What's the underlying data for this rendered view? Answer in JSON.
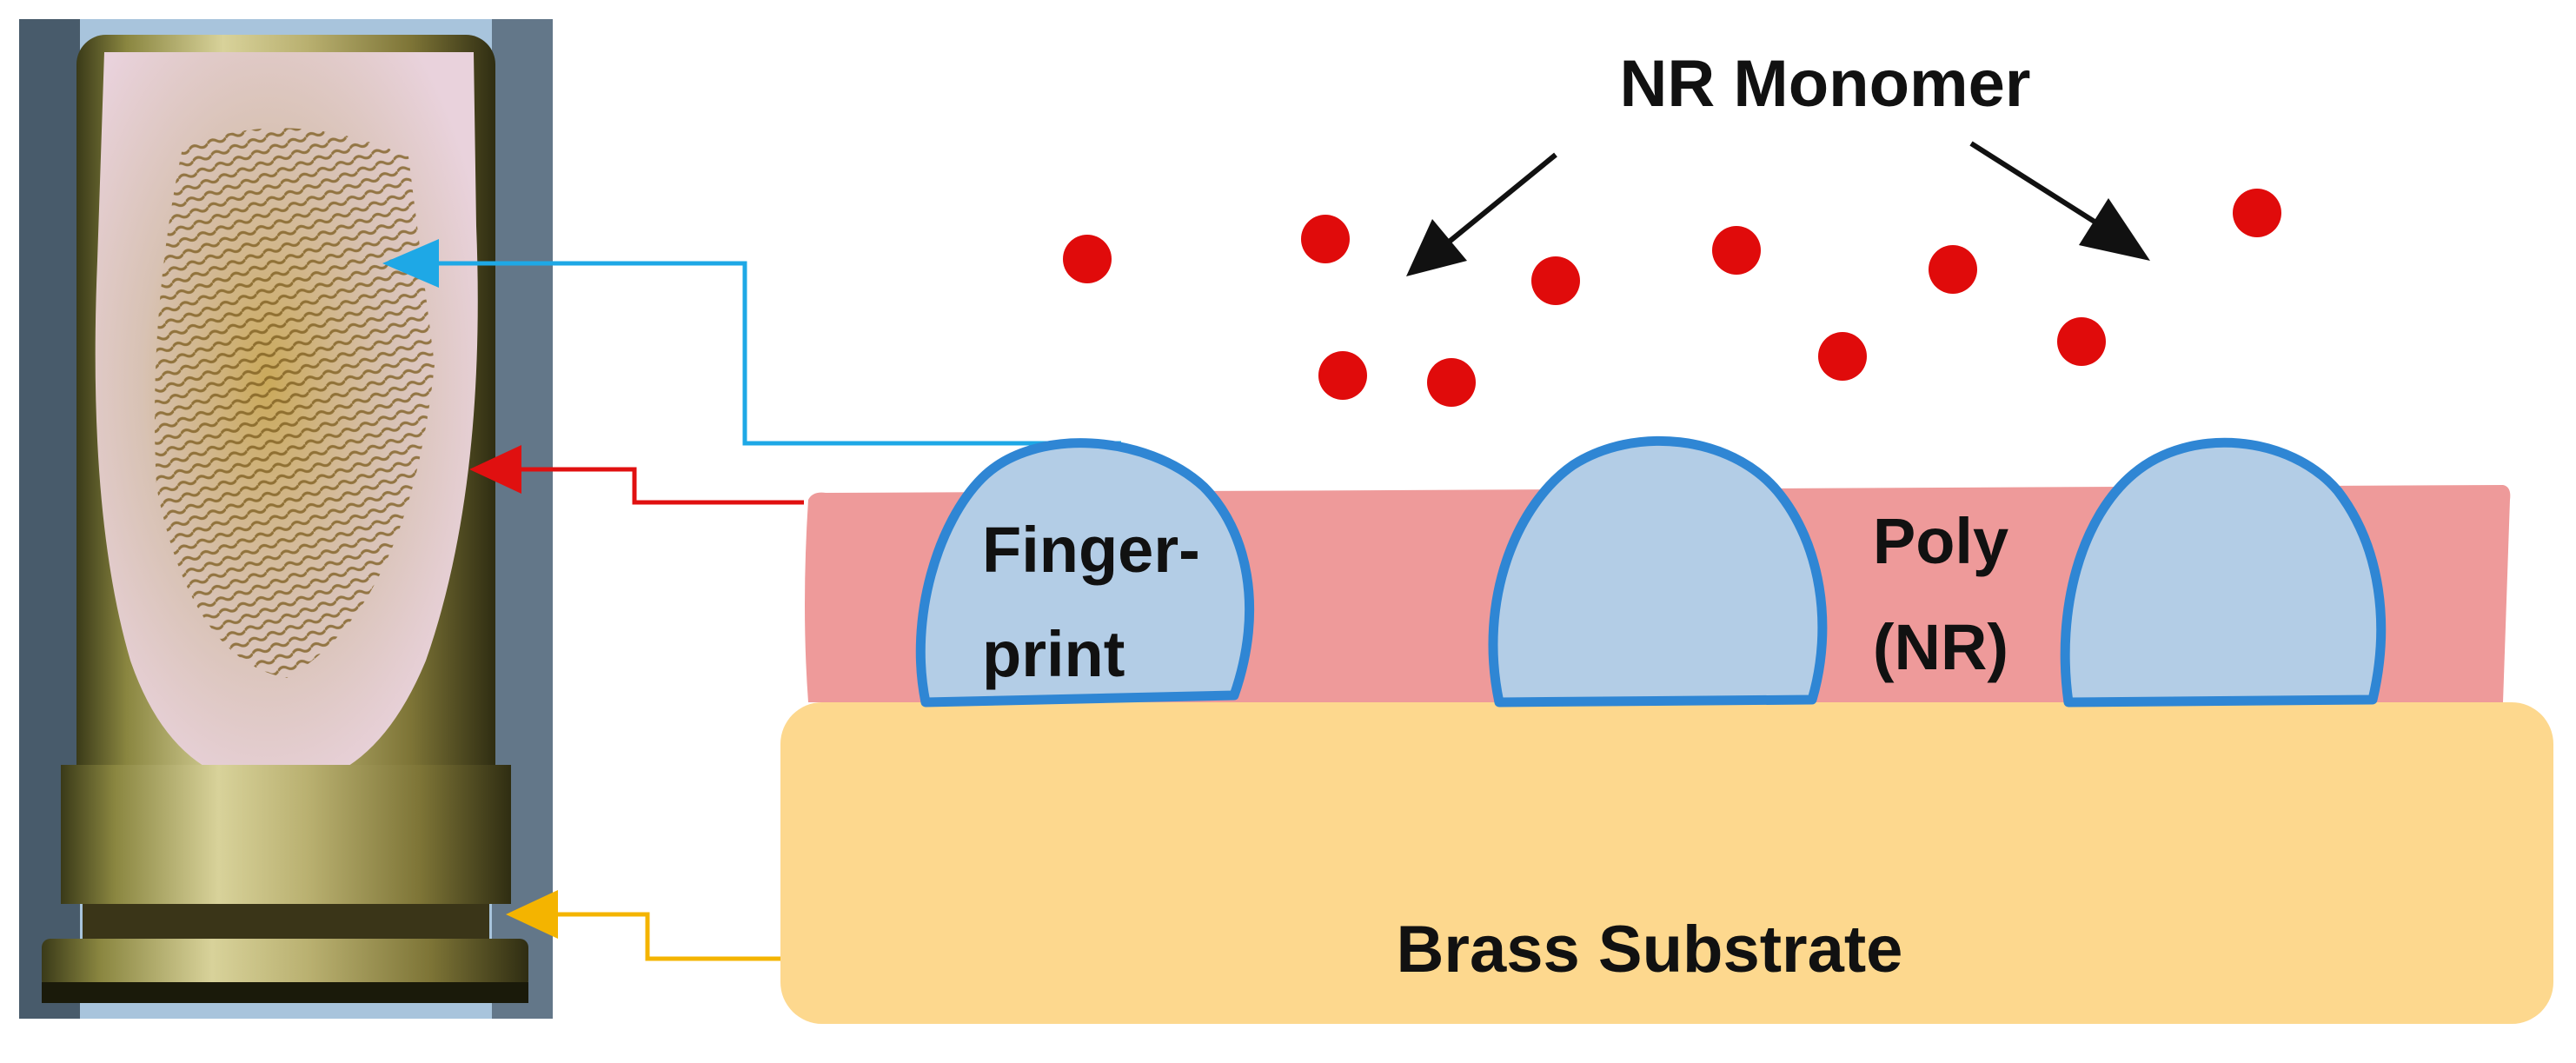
{
  "labels": {
    "monomer": "NR Monomer",
    "fingerprint_line1": "Finger-",
    "fingerprint_line2": "print",
    "polymer_line1": "Poly",
    "polymer_line2": "(NR)",
    "substrate": "Brass Substrate"
  },
  "colors": {
    "monomer_dot": "#e00b0b",
    "polymer_layer": "#ee9a9a",
    "fingerprint_fill": "#b3cde6",
    "fingerprint_stroke": "#2f86d4",
    "substrate_fill": "#fdd88e",
    "fingerprint_arrow": "#1ea8e6",
    "polymer_arrow": "#e01010",
    "substrate_arrow": "#f4b400",
    "text": "#111111"
  },
  "icons": {
    "photo": "fingerprinted-brass-cartridge-case-photo"
  }
}
